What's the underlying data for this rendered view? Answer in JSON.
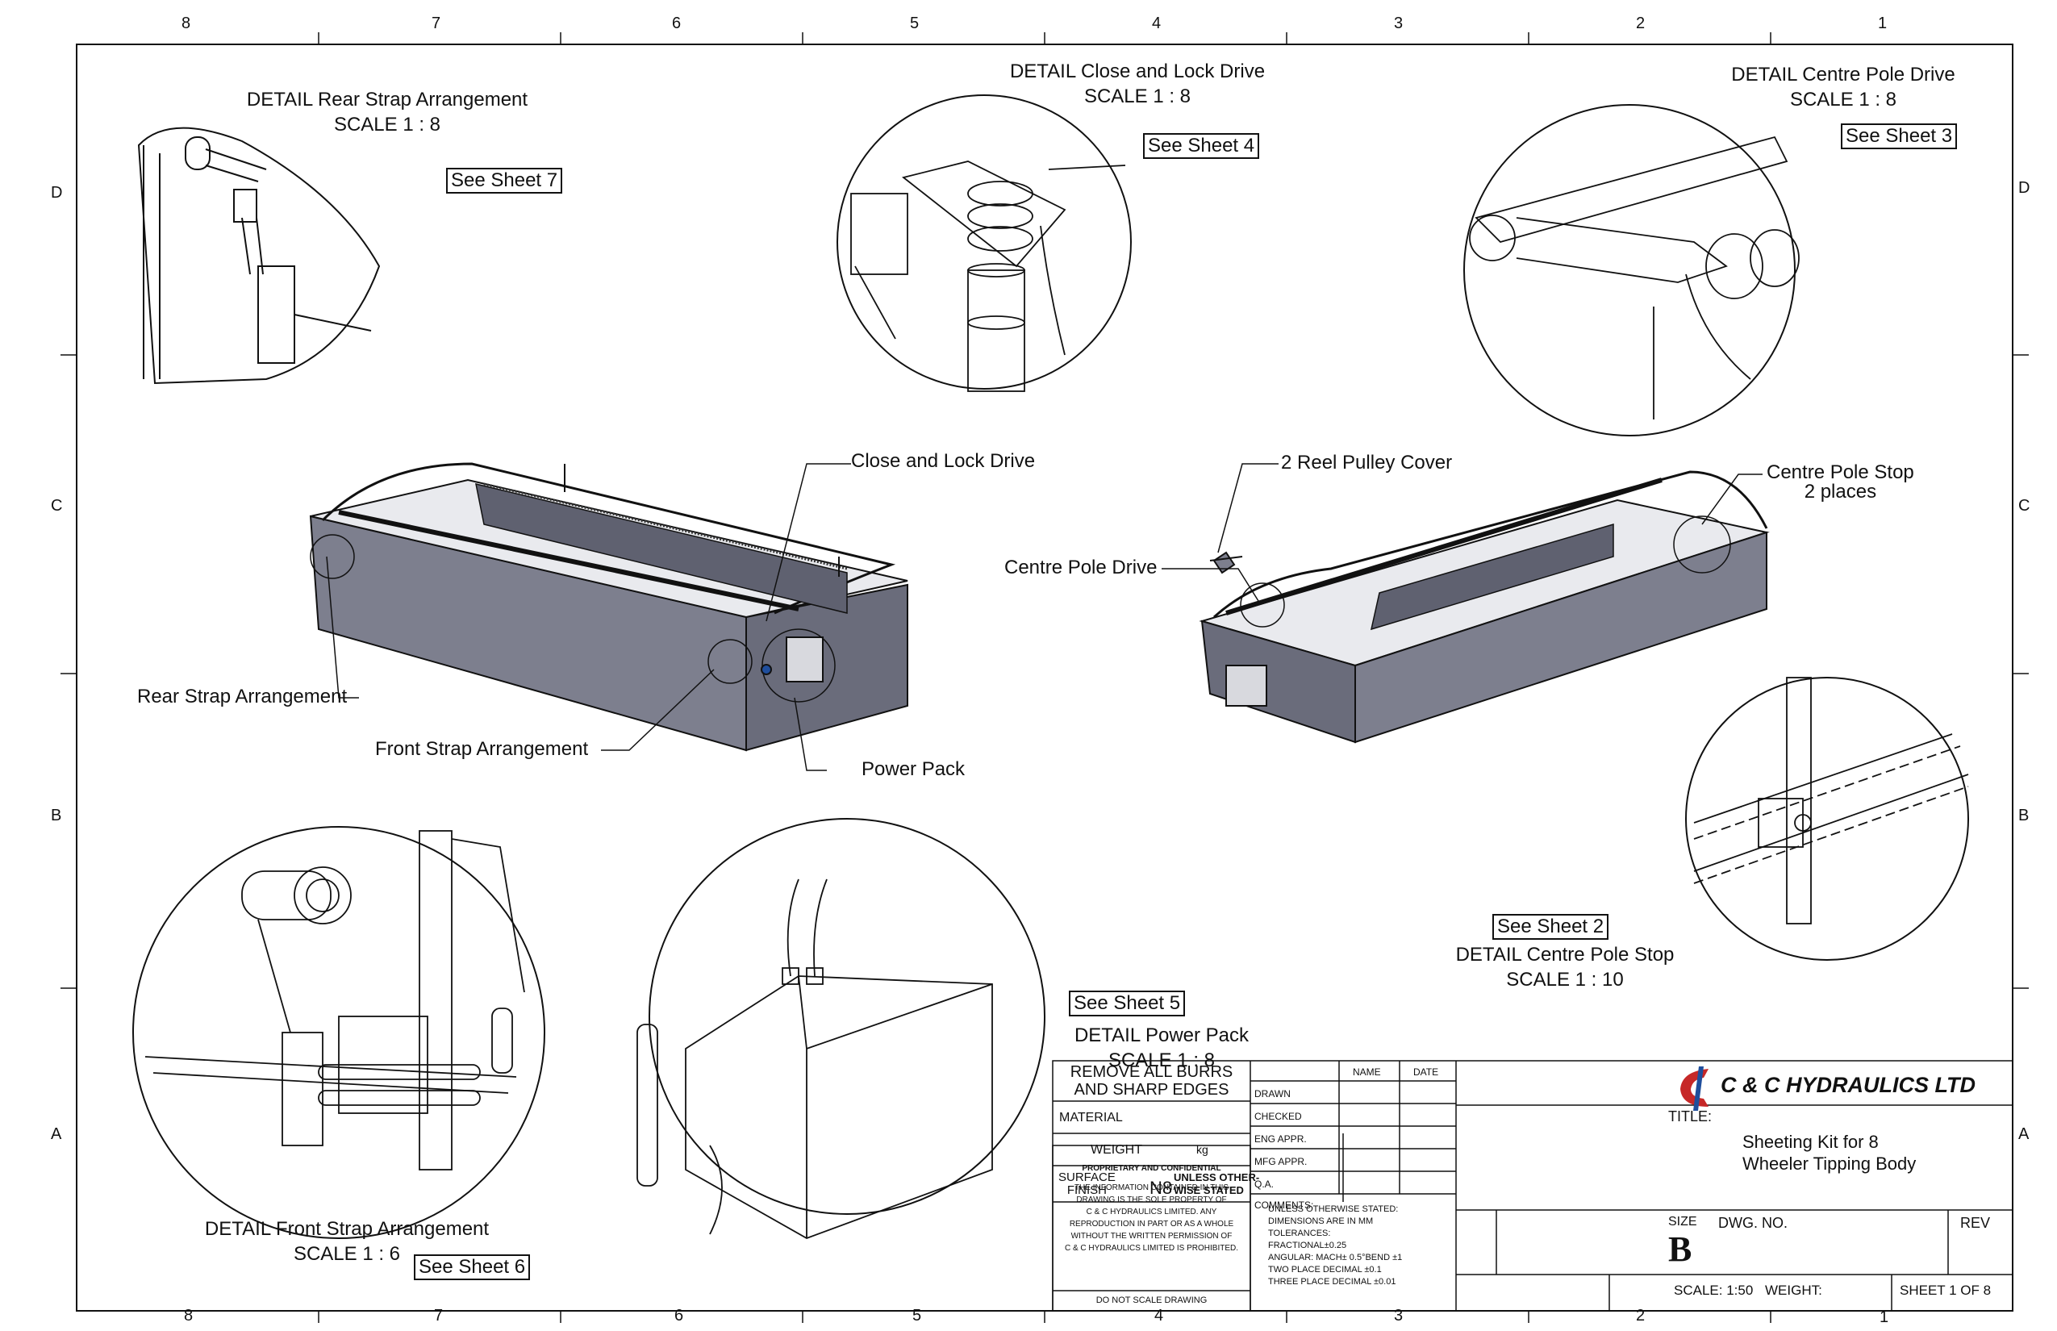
{
  "border": {
    "columns_top": [
      "8",
      "7",
      "6",
      "5",
      "4",
      "3",
      "2",
      "1"
    ],
    "rows_side": [
      "D",
      "C",
      "B",
      "A"
    ]
  },
  "details": {
    "rear_strap": {
      "title": "DETAIL Rear Strap Arrangement",
      "scale": "SCALE 1 : 8",
      "see": "See Sheet 7"
    },
    "close_lock": {
      "title": "DETAIL Close and Lock Drive",
      "scale": "SCALE 1 : 8",
      "see": "See Sheet 4"
    },
    "centre_pole_drive": {
      "title": "DETAIL Centre Pole Drive",
      "scale": "SCALE 1 : 8",
      "see": "See Sheet 3"
    },
    "centre_pole_stop": {
      "title": "DETAIL Centre Pole Stop",
      "scale": "SCALE 1 : 10",
      "see": "See Sheet 2"
    },
    "power_pack": {
      "title": "DETAIL Power Pack",
      "scale": "SCALE 1 : 8",
      "see": "See Sheet 5"
    },
    "front_strap": {
      "title": "DETAIL Front Strap Arrangement",
      "scale": "SCALE 1 : 6",
      "see": "See Sheet 6"
    }
  },
  "callouts": {
    "close_lock_drive": "Close and Lock Drive",
    "rear_strap": "Rear Strap Arrangement",
    "front_strap": "Front Strap Arrangement",
    "power_pack": "Power Pack",
    "reel_pulley": "2 Reel Pulley Cover",
    "centre_pole_drive": "Centre Pole Drive",
    "centre_pole_stop_1": "Centre Pole Stop",
    "centre_pole_stop_2": "2 places"
  },
  "title_block": {
    "remove_burrs_1": "REMOVE ALL BURRS",
    "remove_burrs_2": "AND SHARP EDGES",
    "material": "MATERIAL",
    "weight": "WEIGHT",
    "kg": "kg",
    "surface_finish_1": "SURFACE",
    "surface_finish_2": "FINISH",
    "n8": "N8",
    "unless_1": "UNLESS OTHER-",
    "unless_2": "WISE STATED",
    "tolerances": [
      "UNLESS OTHERWISE STATED:",
      "DIMENSIONS ARE IN MM",
      "TOLERANCES:",
      "FRACTIONAL±0.25",
      "ANGULAR: MACH± 0.5°BEND ±1",
      "TWO PLACE DECIMAL    ±0.1",
      "THREE PLACE DECIMAL   ±0.01"
    ],
    "proprietary_title": "PROPRIETARY AND CONFIDENTIAL",
    "proprietary_text": [
      "THE INFORMATION CONTAINED IN THIS",
      "DRAWING IS THE SOLE PROPERTY OF",
      "C & C HYDRAULICS LIMITED. ANY",
      "REPRODUCTION IN PART OR AS A WHOLE",
      "WITHOUT THE WRITTEN PERMISSION OF",
      "C & C HYDRAULICS LIMITED IS PROHIBITED."
    ],
    "do_not_scale": "DO NOT SCALE DRAWING",
    "name_col": "NAME",
    "date_col": "DATE",
    "rows": [
      "DRAWN",
      "CHECKED",
      "ENG APPR.",
      "MFG APPR.",
      "Q.A.",
      "COMMENTS:"
    ],
    "company": "C & C HYDRAULICS LTD",
    "title_label": "TITLE:",
    "title_1": "Sheeting Kit for 8",
    "title_2": "Wheeler Tipping Body",
    "size_label": "SIZE",
    "size": "B",
    "dwg_no": "DWG.  NO.",
    "rev": "REV",
    "scale": "SCALE: 1:50",
    "weight_label": "WEIGHT:",
    "sheet": "SHEET 1 OF 8"
  },
  "colors": {
    "ink": "#111111",
    "body_fill": "#7d7f8e",
    "body_dark": "#5f6170",
    "logo_red": "#c62828",
    "logo_blue": "#1f4e9c"
  }
}
